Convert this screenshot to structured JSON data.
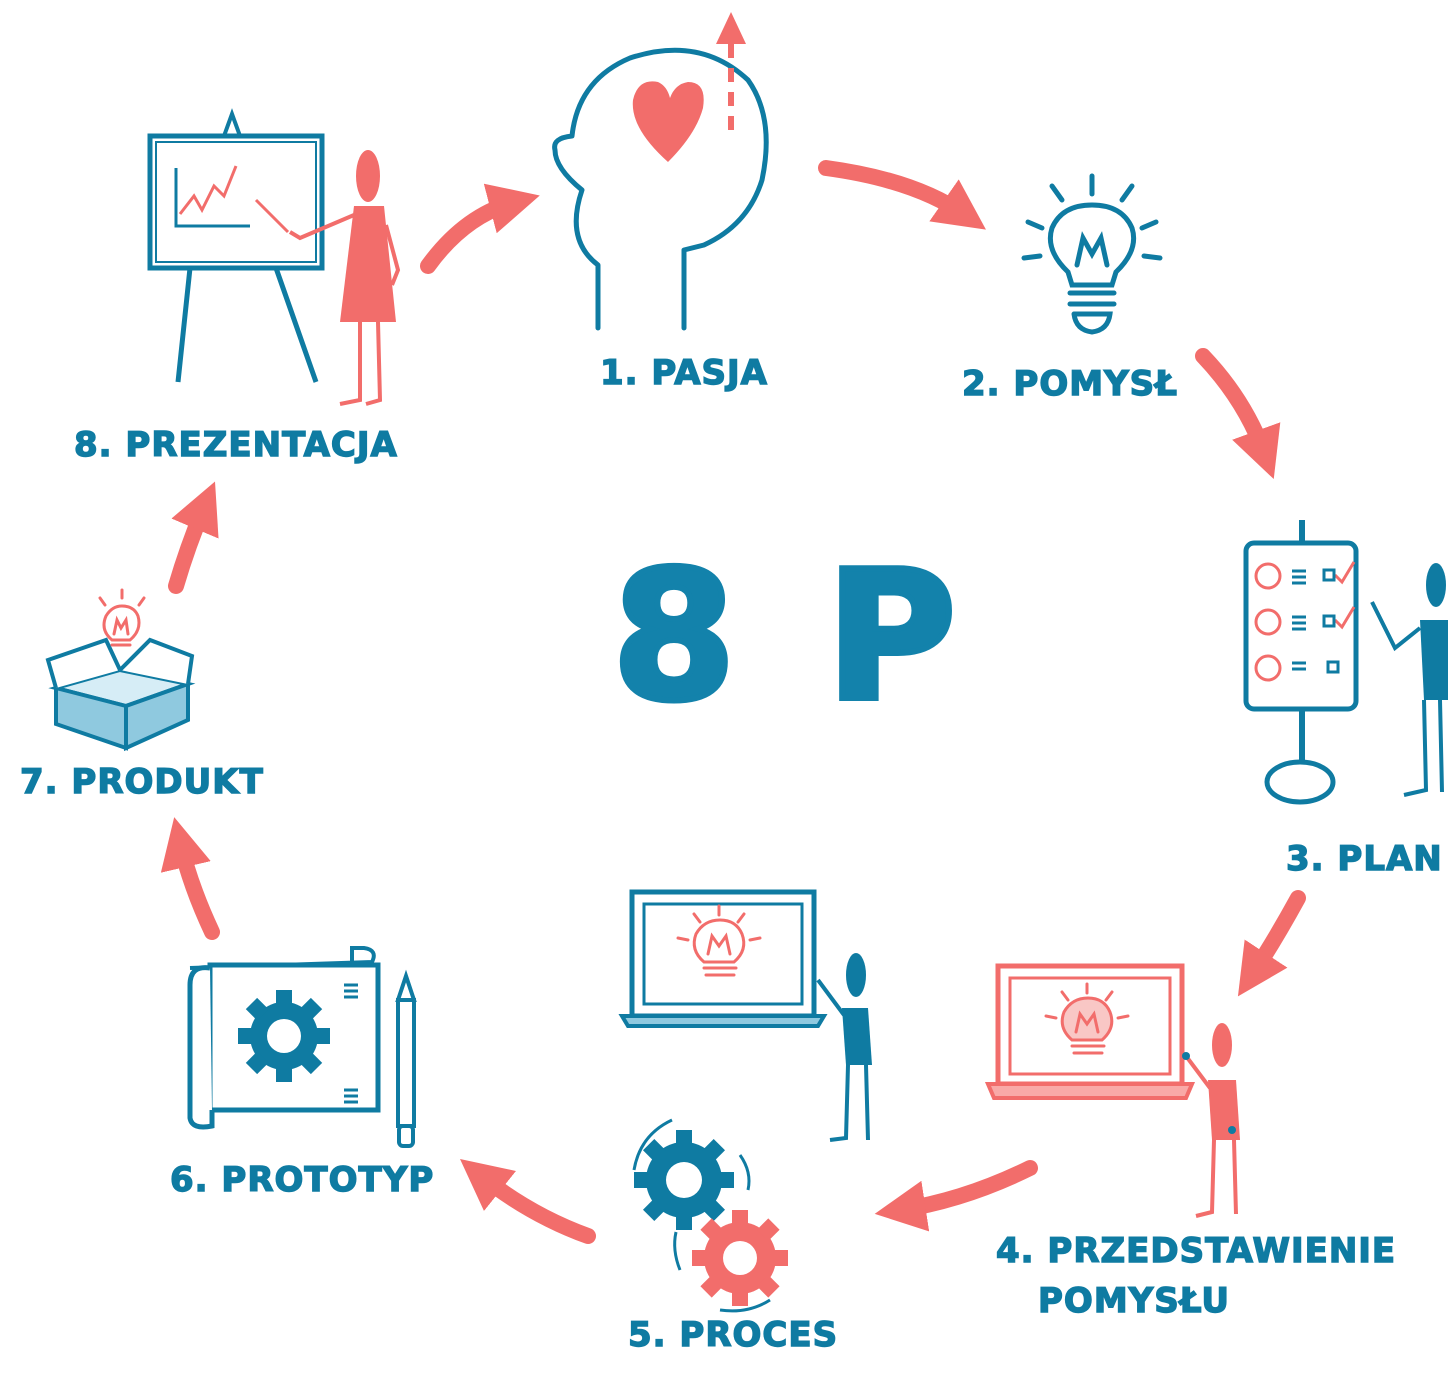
{
  "title": "8 P",
  "steps": [
    {
      "label": "1. PASJA"
    },
    {
      "label": "2. POMYSŁ"
    },
    {
      "label": "3. PLAN"
    },
    {
      "label": "4. PRZEDSTAWIENIE",
      "label2": "POMYSŁU"
    },
    {
      "label": "5. PROCES"
    },
    {
      "label": "6. PROTOTYP"
    },
    {
      "label": "7. PRODUKT"
    },
    {
      "label": "8. PREZENTACJA"
    }
  ],
  "colors": {
    "blue": "#1382ab",
    "coral": "#f26d6b",
    "light_blue": "#8fc9df"
  }
}
